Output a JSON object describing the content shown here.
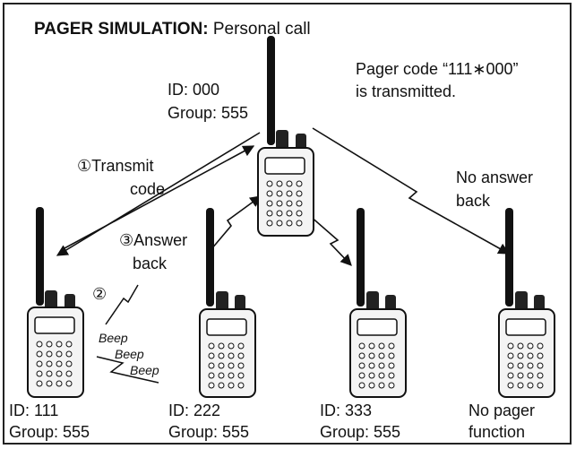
{
  "title": {
    "bold": "PAGER SIMULATION:",
    "rest": " Personal call"
  },
  "note": {
    "line1": "Pager code “111∗000”",
    "line2": "is transmitted."
  },
  "caller": {
    "id": "ID: 000",
    "group": "Group: 555"
  },
  "steps": {
    "transmit_1": "①Transmit",
    "transmit_2": "code",
    "answer_1": "③Answer",
    "answer_2": "back",
    "beep_marker": "②",
    "no_answer_1": "No answer",
    "no_answer_2": "back"
  },
  "beeps": [
    "Beep",
    "Beep",
    "Beep"
  ],
  "receivers": [
    {
      "line1": "ID: 111",
      "line2": "Group: 555"
    },
    {
      "line1": "ID: 222",
      "line2": "Group: 555"
    },
    {
      "line1": "ID: 333",
      "line2": "Group: 555"
    },
    {
      "line1": "No pager",
      "line2": "function"
    }
  ]
}
